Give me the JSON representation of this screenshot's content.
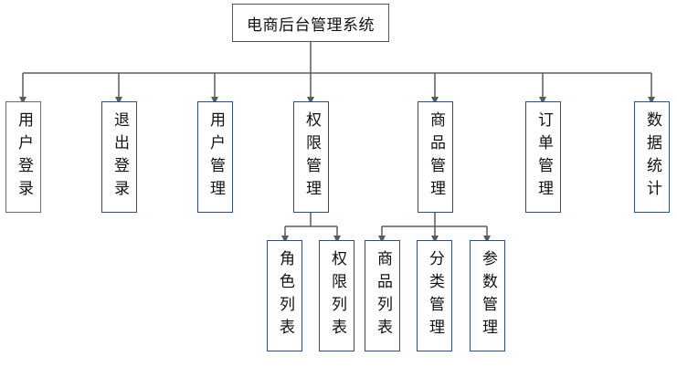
{
  "root": {
    "label": "电商后台管理系统"
  },
  "modules": [
    {
      "key": "login",
      "label": "用户登录"
    },
    {
      "key": "logout",
      "label": "退出登录"
    },
    {
      "key": "users",
      "label": "用户管理"
    },
    {
      "key": "permissions",
      "label": "权限管理"
    },
    {
      "key": "goods",
      "label": "商品管理"
    },
    {
      "key": "orders",
      "label": "订单管理"
    },
    {
      "key": "stats",
      "label": "数据统计"
    }
  ],
  "permission_children": [
    {
      "key": "role-list",
      "label": "角色列表"
    },
    {
      "key": "right-list",
      "label": "权限列表"
    }
  ],
  "goods_children": [
    {
      "key": "goods-list",
      "label": "商品列表"
    },
    {
      "key": "category-mgmt",
      "label": "分类管理"
    },
    {
      "key": "params-mgmt",
      "label": "参数管理"
    }
  ],
  "colors": {
    "line": "#5a5a5a",
    "gray_border": "#6b6b6b",
    "blue_border": "#2b4b84"
  }
}
